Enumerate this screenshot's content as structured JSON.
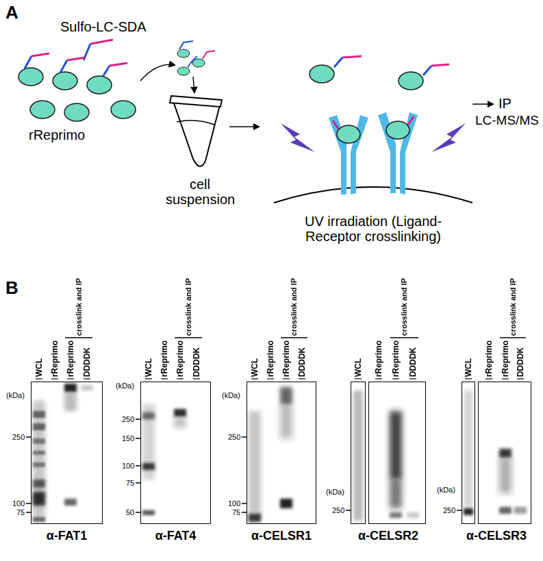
{
  "diagram": {
    "nodes": [
      {
        "text": [
          "α-FAT1"
        ]
      },
      {
        "text": [
          "α-FAT4"
        ]
      },
      {
        "text": [
          "α-CELSR1"
        ]
      },
      {
        "text": [
          "α-CELSR2"
        ]
      },
      {
        "text": [
          "α-CELSR3"
        ]
      }
    ],
    "labels": [
      "A",
      "Sulfo-LC-SDA",
      "rReprimo",
      "cell suspension",
      "UV irradiation (Ligand-Receptor crosslinking)",
      "IP",
      "LC-MS/MS",
      "B",
      "WCL",
      "rReprimo",
      "rReprimo",
      "DDDDK",
      "crosslink and IP",
      "(kDa)",
      "250",
      "100",
      "75",
      "WCL",
      "rReprimo",
      "rReprimo",
      "DDDDK",
      "crosslink and IP",
      "(kDa)",
      "250",
      "150",
      "100",
      "75",
      "50",
      "WCL",
      "rReprimo",
      "rReprimo",
      "DDDDK",
      "crosslink and IP",
      "(kDa)",
      "250",
      "100",
      "75",
      "WCL",
      "rReprimo",
      "rReprimo",
      "DDDDK",
      "crosslink and IP",
      "(kDa)",
      "250",
      "WCL",
      "rReprimo",
      "rReprimo",
      "DDDDK",
      "crosslink and IP",
      "(kDa)",
      "250"
    ]
  }
}
